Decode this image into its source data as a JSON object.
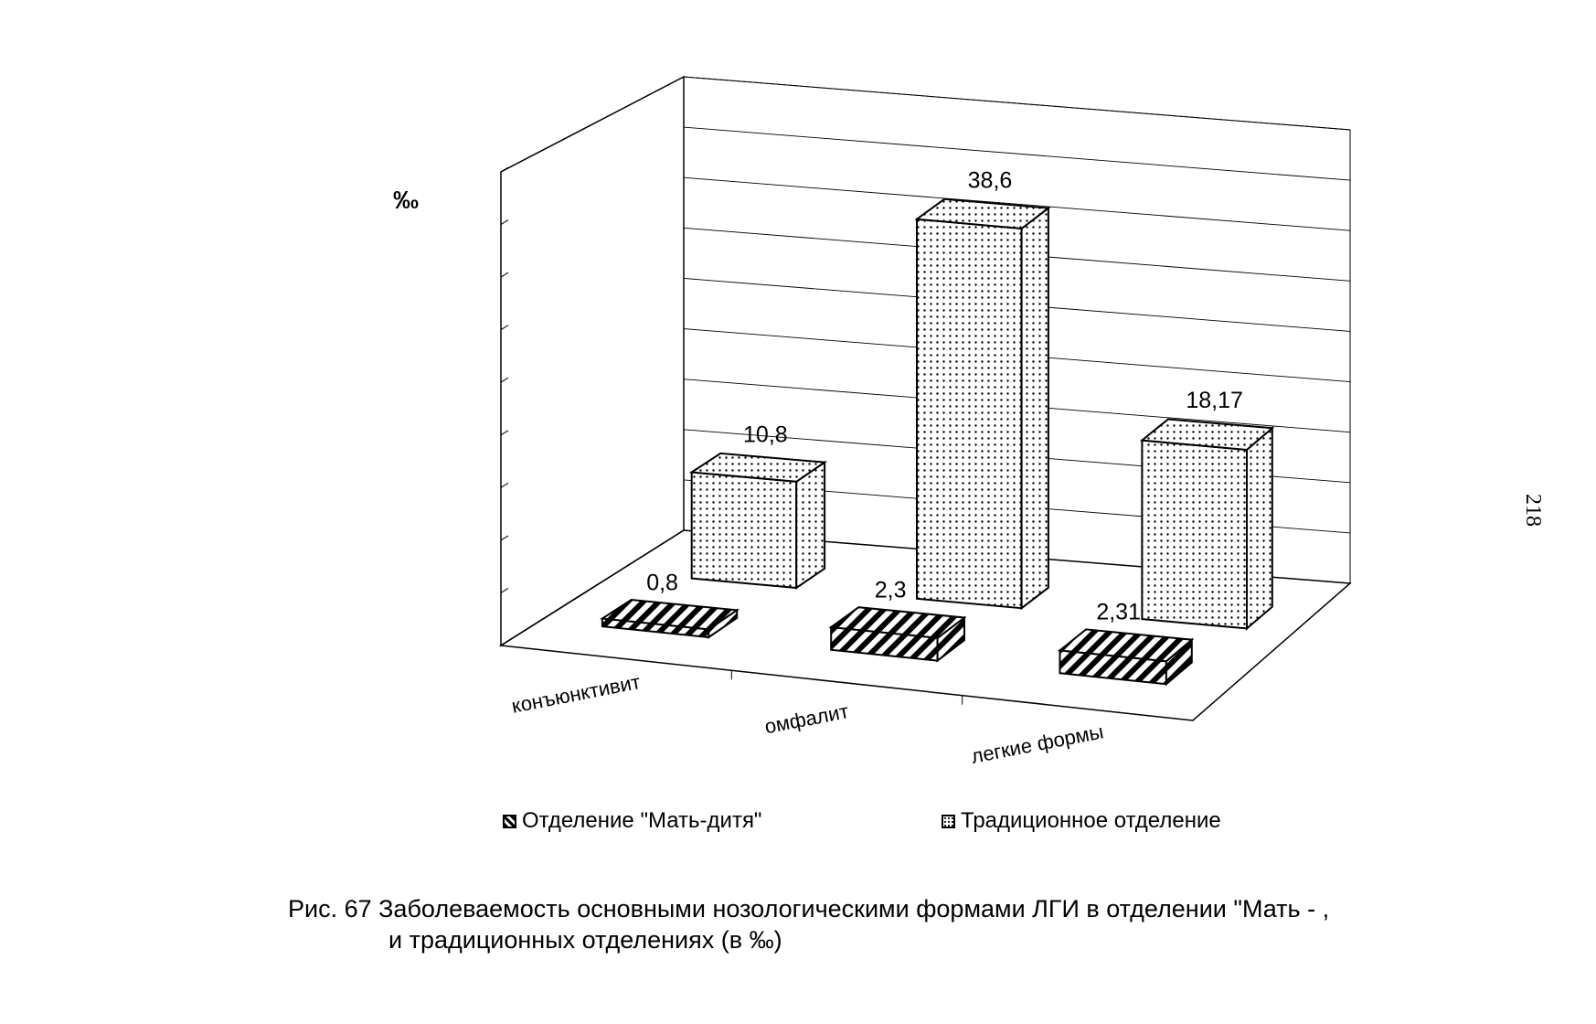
{
  "page_number": "218",
  "chart_data": {
    "type": "bar",
    "subtype": "3d-clustered-bar",
    "title": "",
    "ylabel": "‰",
    "xlabel": "",
    "categories": [
      "конъюнктивит",
      "омфалит",
      "легкие формы"
    ],
    "series": [
      {
        "name": "Отделение \"Мать-дитя\"",
        "values": [
          0.8,
          2.3,
          2.31
        ],
        "data_labels": [
          "0,8",
          "2,3",
          "2,31"
        ],
        "pattern": "diagonal-hatch"
      },
      {
        "name": "Традиционное отделение",
        "values": [
          10.8,
          38.6,
          18.17
        ],
        "data_labels": [
          "10,8",
          "38,6",
          "18,17"
        ],
        "pattern": "dots"
      }
    ],
    "ylim": [
      0,
      45
    ],
    "grid": true,
    "legend_position": "bottom"
  },
  "legend": [
    {
      "label": "Отделение \"Мать-дитя\"",
      "pattern": "diagonal-hatch"
    },
    {
      "label": "Традиционное отделение",
      "pattern": "dots"
    }
  ],
  "caption": {
    "line1": "Рис. 67 Заболеваемость основными нозологическими формами ЛГИ в отделении \"Мать - ,",
    "line2": "и традиционных отделениях (в ‰)"
  }
}
